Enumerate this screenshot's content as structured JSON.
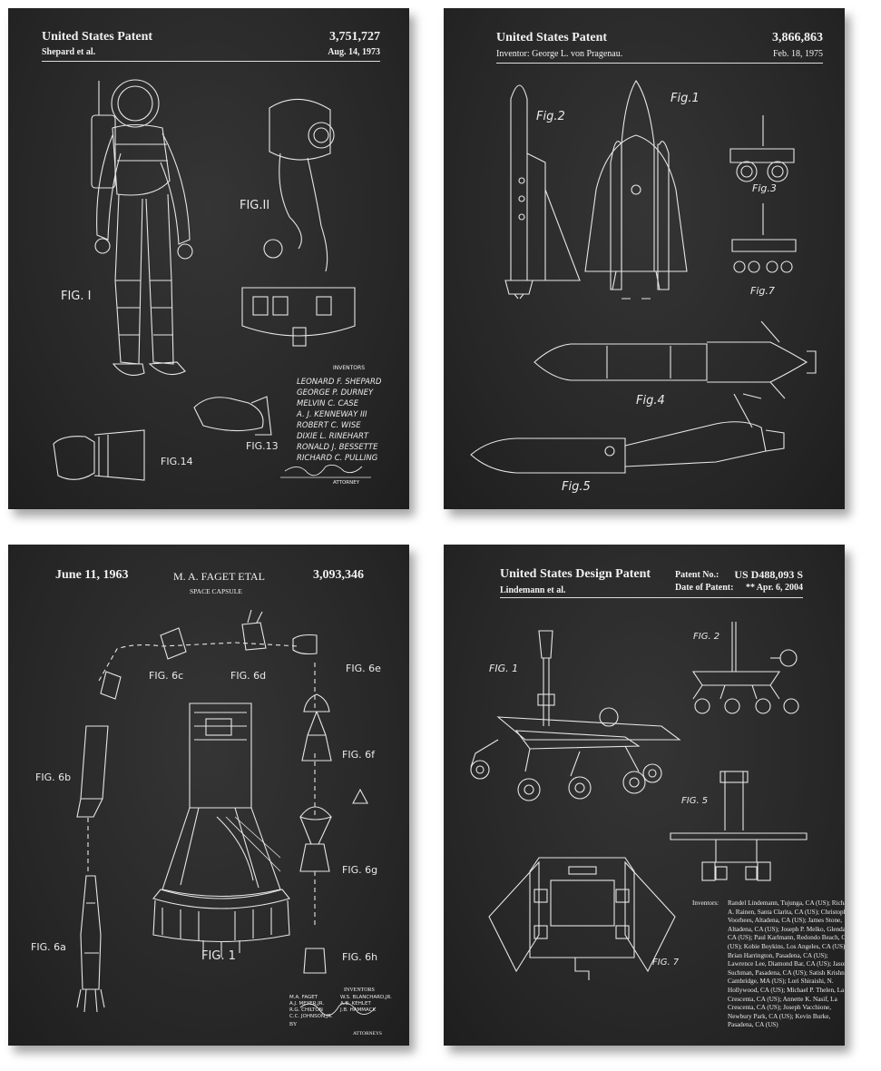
{
  "poster1": {
    "header_left": "United States Patent",
    "header_sub": "Shepard et al.",
    "patent_no": "3,751,727",
    "date": "Aug. 14, 1973",
    "fig_labels": [
      "FIG. I",
      "FIG.II",
      "FIG.13",
      "FIG.14"
    ],
    "inventors_heading": "INVENTORS",
    "inventors": [
      "LEONARD F. SHEPARD",
      "GEORGE P. DURNEY",
      "MELVIN C. CASE",
      "A. J. KENNEWAY III",
      "ROBERT C. WISE",
      "DIXIE L. RINEHART",
      "RONALD J. BESSETTE",
      "RICHARD C. PULLING"
    ],
    "attorney": "ATTORNEY"
  },
  "poster2": {
    "header_left": "United States Patent",
    "header_sub": "Inventor:  George L. von Pragenau.",
    "patent_no": "3,866,863",
    "date": "Feb. 18, 1975",
    "fig_labels": [
      "Fig.1",
      "Fig.2",
      "Fig.3",
      "Fig.7",
      "Fig.4",
      "Fig.5"
    ]
  },
  "poster3": {
    "date": "June 11, 1963",
    "author": "M. A. FAGET ETAL",
    "patent_no": "3,093,346",
    "subtitle": "SPACE CAPSULE",
    "fig_labels": [
      "FIG. 6c",
      "FIG. 6d",
      "FIG. 6e",
      "FIG. 6b",
      "FIG. 6f",
      "FIG. 6g",
      "FIG. 6a",
      "FIG. 1",
      "FIG. 6h"
    ],
    "inventors_heading": "INVENTORS",
    "inventors_col1": [
      "M.A. FAGET",
      "A.J. MEYER,JR.",
      "R.G. CHILTON",
      "C.C. JOHNSON,JR."
    ],
    "inventors_col2": [
      "W.S. BLANCHARD,JR.",
      "A.B. KEHLET",
      "J.B. HAMMACK"
    ],
    "by": "BY",
    "attorneys": "ATTORNEYS"
  },
  "poster4": {
    "header_left": "United States Design Patent",
    "header_sub": "Lindemann et al.",
    "patent_no_label": "Patent No.:",
    "patent_no": "US D488,093 S",
    "date_label": "Date of Patent:",
    "date_marker": "**",
    "date": "Apr. 6, 2004",
    "fig_labels": [
      "FIG. 1",
      "FIG. 2",
      "FIG. 5",
      "FIG. 7"
    ],
    "inventors_label": "Inventors:",
    "inventors_text": "Randel Lindemann, Tujunga, CA (US); Richard A. Rainen, Santa Clarita, CA (US); Christopher Voorhees, Altadena, CA (US); James Stone, Altadena, CA (US); Joseph P. Melko, Glendale, CA (US); Paul Karlmann, Redondo Beach, CA (US); Kobie Boykins, Los Angeles, CA (US); Brian Harrington, Pasadena, CA (US); Lawrence Lee, Diamond Bar, CA (US); Jason Suchman, Pasadena, CA (US); Satish Krishnan, Cambridge, MA (US); Lori Shiraishi, N. Hollywood, CA (US); Michael P. Thelen, La Crescenta, CA (US); Annette K. Nasif, La Crescenta, CA (US); Joseph Vacchione, Newbury Park, CA (US); Kevin Burke, Pasadena, CA (US)"
  }
}
